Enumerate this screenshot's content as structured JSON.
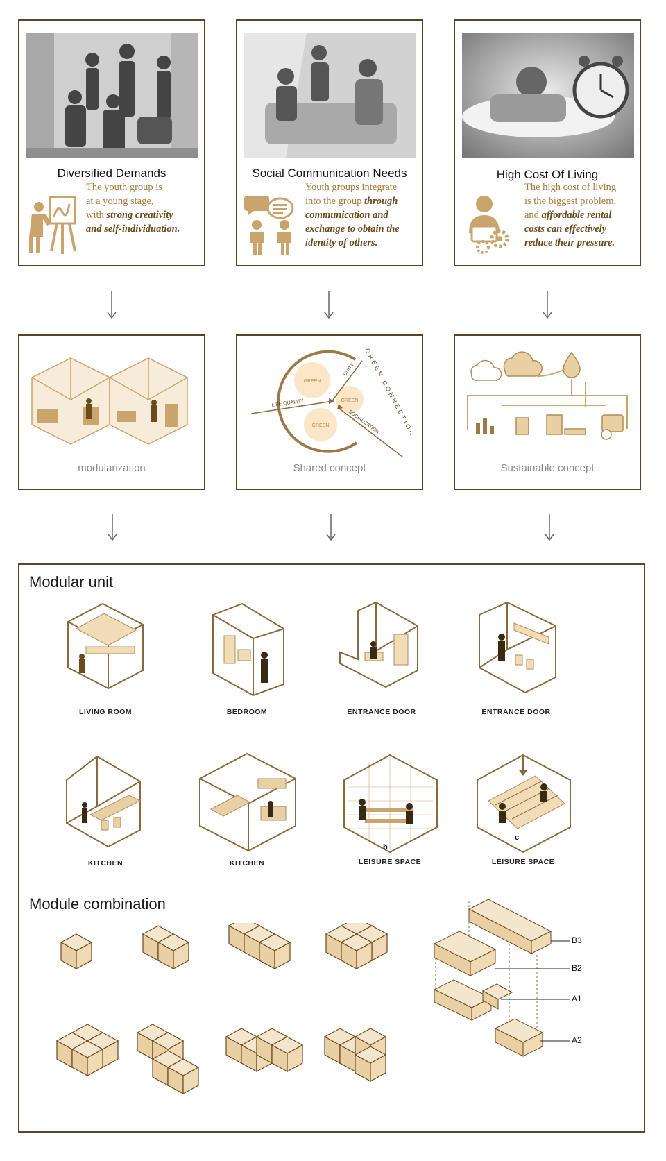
{
  "cards": [
    {
      "title": "Diversified Demands",
      "text_plain": "The youth group is\nat a young stage,\nwith ",
      "text_em": "strong creativity\nand self-individuation.",
      "text_tail": ""
    },
    {
      "title": "Social Communication Needs",
      "text_plain": "Youth groups integrate\ninto the group ",
      "text_em": "through\ncommunication and\nexchange to obtain the\nidentity of others.",
      "text_tail": ""
    },
    {
      "title": "High Cost Of Living",
      "text_plain": "The high cost of living\nis the biggest problem,\nand ",
      "text_em": "affordable rental\ncosts can effectively\nreduce their pressure.",
      "text_tail": ""
    }
  ],
  "concepts": [
    {
      "label": "modularization"
    },
    {
      "label": "Shared concept"
    },
    {
      "label": "Sustainable concept"
    }
  ],
  "diagram_words": {
    "green": "GREEN",
    "connection": "CONNECTION",
    "unity": "UNITY",
    "life_quality": "LIFE QUALITY",
    "socialization": "SOCIALIZATION"
  },
  "modular_unit": {
    "title": "Modular unit",
    "units": [
      {
        "label": "LIVING ROOM"
      },
      {
        "label": "BEDROOM"
      },
      {
        "label": "ENTRANCE DOOR"
      },
      {
        "label": "ENTRANCE DOOR"
      },
      {
        "label": "KITCHEN"
      },
      {
        "label": "KITCHEN"
      },
      {
        "label": "LEISURE  SPACE",
        "marker": "b"
      },
      {
        "label": "LEISURE  SPACE",
        "marker": "c"
      }
    ]
  },
  "module_combination": {
    "title": "Module combination",
    "tags": [
      "B3",
      "B2",
      "A1",
      "A2"
    ]
  },
  "colors": {
    "border": "#5b4424",
    "accent_text": "#a67a3c",
    "tan_fill": "#e8cfa4",
    "tan_light": "#f4e6cc",
    "tan_dark": "#c9a56d",
    "stroke": "#6b4a1e"
  }
}
